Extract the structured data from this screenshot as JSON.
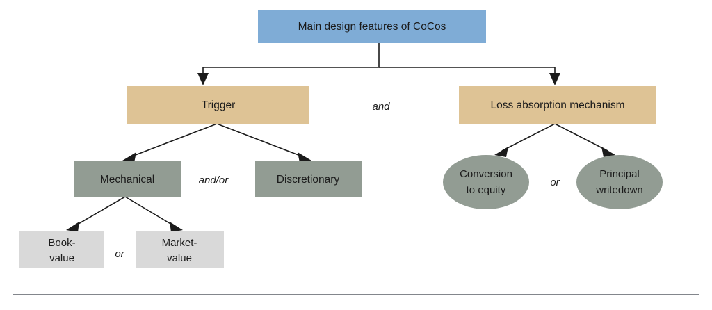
{
  "figure": {
    "title_node": {
      "label": "Main design features of CoCos",
      "color": "#7FACD6",
      "shape": "rectangle"
    },
    "level2": [
      {
        "id": "trigger",
        "label": "Trigger",
        "color": "#DEC395",
        "shape": "rectangle"
      },
      {
        "id": "loss-absorption",
        "label": "Loss absorption mechanism",
        "color": "#DEC395",
        "shape": "rectangle"
      }
    ],
    "level3_left": [
      {
        "id": "mechanical",
        "label": "Mechanical",
        "color": "#929C93",
        "shape": "rectangle"
      },
      {
        "id": "discretionary",
        "label": "Discretionary",
        "color": "#929C93",
        "shape": "rectangle"
      }
    ],
    "level3_right": [
      {
        "id": "conversion-to-equity",
        "label_line1": "Conversion",
        "label_line2": "to equity",
        "color": "#929C93",
        "shape": "ellipse"
      },
      {
        "id": "principal-writedown",
        "label_line1": "Principal",
        "label_line2": "writedown",
        "color": "#929C93",
        "shape": "ellipse"
      }
    ],
    "level4": [
      {
        "id": "book-value",
        "label_line1": "Book-",
        "label_line2": "value",
        "color": "#D9D9D9",
        "shape": "rectangle"
      },
      {
        "id": "market-value",
        "label_line1": "Market-",
        "label_line2": "value",
        "color": "#D9D9D9",
        "shape": "rectangle"
      }
    ],
    "connector_labels": {
      "top_level": "and",
      "trigger_children": "and/or",
      "mechanical_children": "or",
      "loss_children": "or"
    },
    "colors": {
      "blue": "#7FACD6",
      "tan": "#DEC395",
      "gray_green": "#929C93",
      "light_gray": "#D9D9D9",
      "line": "#1b1b1b",
      "rule": "#5a5f66",
      "text": "#1b1b1b",
      "background": "#ffffff"
    }
  }
}
